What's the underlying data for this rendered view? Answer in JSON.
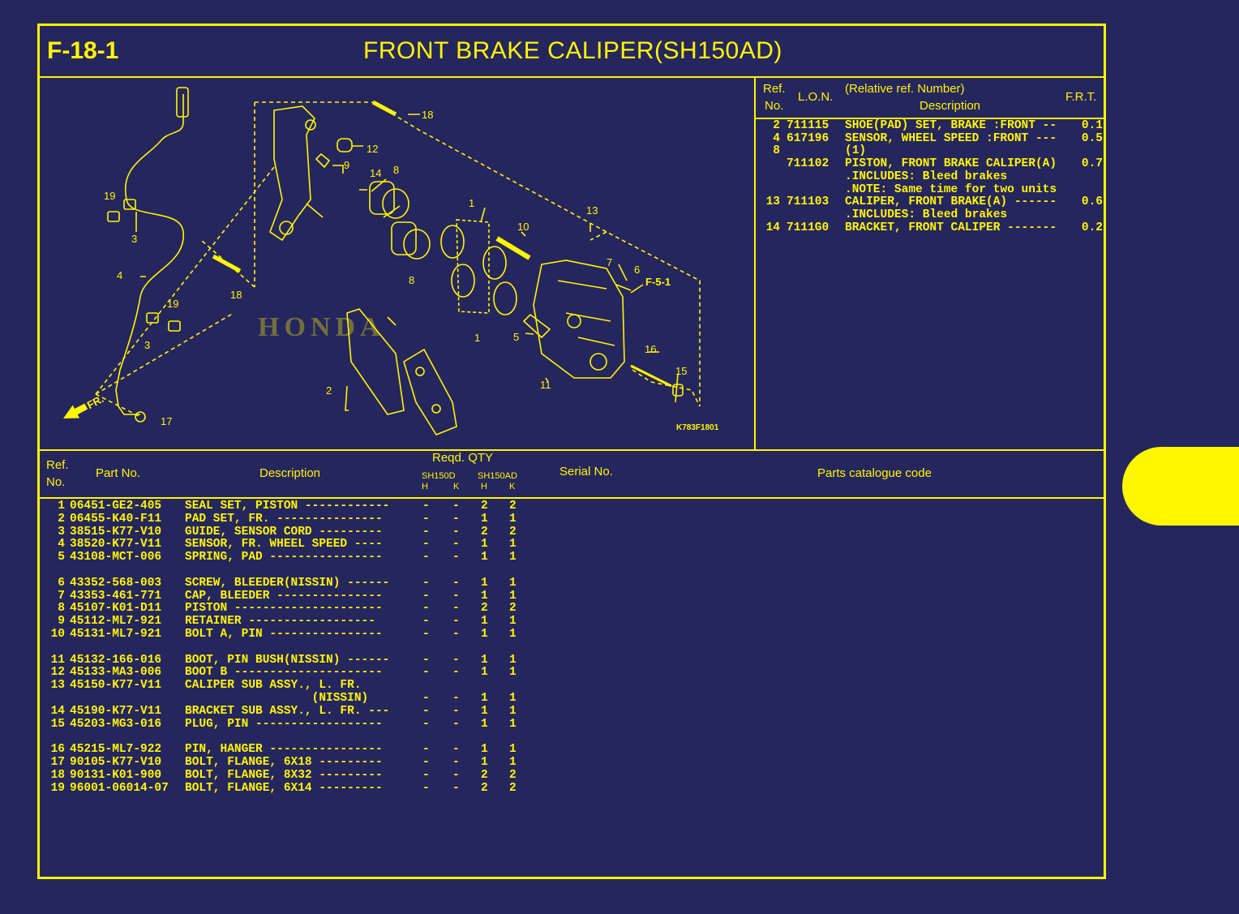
{
  "header": {
    "sheet_no": "F-18-1",
    "title": "FRONT BRAKE CALIPER(SH150AD)"
  },
  "diagram": {
    "watermark": "HONDA",
    "code": "K783F1801",
    "fr_label": "FR.",
    "ref_f51": "F-5-1",
    "callouts": [
      "1",
      "2",
      "3",
      "4",
      "5",
      "6",
      "7",
      "8",
      "9",
      "10",
      "11",
      "12",
      "13",
      "14",
      "15",
      "16",
      "17",
      "18",
      "19"
    ]
  },
  "frt_table": {
    "head_ref": "Ref.",
    "head_no": "No.",
    "head_lon": "L.O.N.",
    "head_rel": "(Relative ref. Number)",
    "head_desc": "Description",
    "head_frt": "F.R.T.",
    "rows": [
      {
        "ref": "2",
        "lon": "711115",
        "desc": "SHOE(PAD) SET, BRAKE :FRONT --",
        "frt": "0.1"
      },
      {
        "ref": "4",
        "lon": "617196",
        "desc": "SENSOR, WHEEL SPEED :FRONT ---",
        "frt": "0.5"
      },
      {
        "ref": "8",
        "lon": "",
        "desc": "(1)",
        "frt": ""
      },
      {
        "ref": "",
        "lon": "711102",
        "desc": "PISTON, FRONT BRAKE CALIPER(A)",
        "frt": "0.7"
      },
      {
        "ref": "",
        "lon": "",
        "desc": ".INCLUDES: Bleed brakes",
        "frt": ""
      },
      {
        "ref": "",
        "lon": "",
        "desc": ".NOTE: Same time for two units",
        "frt": ""
      },
      {
        "ref": "13",
        "lon": "711103",
        "desc": "CALIPER, FRONT BRAKE(A) ------",
        "frt": "0.6"
      },
      {
        "ref": "",
        "lon": "",
        "desc": ".INCLUDES: Bleed brakes",
        "frt": ""
      },
      {
        "ref": "14",
        "lon": "7111G0",
        "desc": "BRACKET, FRONT CALIPER -------",
        "frt": "0.2"
      }
    ]
  },
  "parts_table": {
    "head_ref": "Ref.",
    "head_no": "No.",
    "head_part_no": "Part No.",
    "head_desc": "Description",
    "head_qty": "Reqd. QTY",
    "model1": "SH150D",
    "model2": "SH150AD",
    "col_h": "H",
    "col_k": "K",
    "head_serial": "Serial No.",
    "head_catalogue": "Parts catalogue code",
    "rows": [
      {
        "ref": "1",
        "part": "06451-GE2-405",
        "desc": "SEAL SET, PISTON ------------",
        "d_h": "-",
        "d_k": "-",
        "ad_h": "2",
        "ad_k": "2"
      },
      {
        "ref": "2",
        "part": "06455-K40-F11",
        "desc": "PAD SET, FR. ---------------",
        "d_h": "-",
        "d_k": "-",
        "ad_h": "1",
        "ad_k": "1"
      },
      {
        "ref": "3",
        "part": "38515-K77-V10",
        "desc": "GUIDE, SENSOR CORD ---------",
        "d_h": "-",
        "d_k": "-",
        "ad_h": "2",
        "ad_k": "2"
      },
      {
        "ref": "4",
        "part": "38520-K77-V11",
        "desc": "SENSOR, FR. WHEEL SPEED ----",
        "d_h": "-",
        "d_k": "-",
        "ad_h": "1",
        "ad_k": "1"
      },
      {
        "ref": "5",
        "part": "43108-MCT-006",
        "desc": "SPRING, PAD ----------------",
        "d_h": "-",
        "d_k": "-",
        "ad_h": "1",
        "ad_k": "1"
      },
      {
        "ref": "",
        "part": "",
        "desc": "",
        "d_h": "",
        "d_k": "",
        "ad_h": "",
        "ad_k": ""
      },
      {
        "ref": "6",
        "part": "43352-568-003",
        "desc": "SCREW, BLEEDER(NISSIN) ------",
        "d_h": "-",
        "d_k": "-",
        "ad_h": "1",
        "ad_k": "1"
      },
      {
        "ref": "7",
        "part": "43353-461-771",
        "desc": "CAP, BLEEDER ---------------",
        "d_h": "-",
        "d_k": "-",
        "ad_h": "1",
        "ad_k": "1"
      },
      {
        "ref": "8",
        "part": "45107-K01-D11",
        "desc": "PISTON ---------------------",
        "d_h": "-",
        "d_k": "-",
        "ad_h": "2",
        "ad_k": "2"
      },
      {
        "ref": "9",
        "part": "45112-ML7-921",
        "desc": "RETAINER ------------------",
        "d_h": "-",
        "d_k": "-",
        "ad_h": "1",
        "ad_k": "1"
      },
      {
        "ref": "10",
        "part": "45131-ML7-921",
        "desc": "BOLT A, PIN ----------------",
        "d_h": "-",
        "d_k": "-",
        "ad_h": "1",
        "ad_k": "1"
      },
      {
        "ref": "",
        "part": "",
        "desc": "",
        "d_h": "",
        "d_k": "",
        "ad_h": "",
        "ad_k": ""
      },
      {
        "ref": "11",
        "part": "45132-166-016",
        "desc": "BOOT, PIN BUSH(NISSIN) ------",
        "d_h": "-",
        "d_k": "-",
        "ad_h": "1",
        "ad_k": "1"
      },
      {
        "ref": "12",
        "part": "45133-MA3-006",
        "desc": "BOOT B ---------------------",
        "d_h": "-",
        "d_k": "-",
        "ad_h": "1",
        "ad_k": "1"
      },
      {
        "ref": "13",
        "part": "45150-K77-V11",
        "desc": "CALIPER SUB ASSY., L. FR.",
        "d_h": "",
        "d_k": "",
        "ad_h": "",
        "ad_k": ""
      },
      {
        "ref": "",
        "part": "",
        "desc": "                  (NISSIN)",
        "d_h": "-",
        "d_k": "-",
        "ad_h": "1",
        "ad_k": "1"
      },
      {
        "ref": "14",
        "part": "45190-K77-V11",
        "desc": "BRACKET SUB ASSY., L. FR. ---",
        "d_h": "-",
        "d_k": "-",
        "ad_h": "1",
        "ad_k": "1"
      },
      {
        "ref": "15",
        "part": "45203-MG3-016",
        "desc": "PLUG, PIN ------------------",
        "d_h": "-",
        "d_k": "-",
        "ad_h": "1",
        "ad_k": "1"
      },
      {
        "ref": "",
        "part": "",
        "desc": "",
        "d_h": "",
        "d_k": "",
        "ad_h": "",
        "ad_k": ""
      },
      {
        "ref": "16",
        "part": "45215-ML7-922",
        "desc": "PIN, HANGER ----------------",
        "d_h": "-",
        "d_k": "-",
        "ad_h": "1",
        "ad_k": "1"
      },
      {
        "ref": "17",
        "part": "90105-K77-V10",
        "desc": "BOLT, FLANGE, 6X18 ---------",
        "d_h": "-",
        "d_k": "-",
        "ad_h": "1",
        "ad_k": "1"
      },
      {
        "ref": "18",
        "part": "90131-K01-900",
        "desc": "BOLT, FLANGE, 8X32 ---------",
        "d_h": "-",
        "d_k": "-",
        "ad_h": "2",
        "ad_k": "2"
      },
      {
        "ref": "19",
        "part": "96001-06014-07",
        "desc": "BOLT, FLANGE, 6X14 ---------",
        "d_h": "-",
        "d_k": "-",
        "ad_h": "2",
        "ad_k": "2"
      }
    ]
  },
  "colors": {
    "background": "#25265e",
    "accent": "#fff700"
  }
}
